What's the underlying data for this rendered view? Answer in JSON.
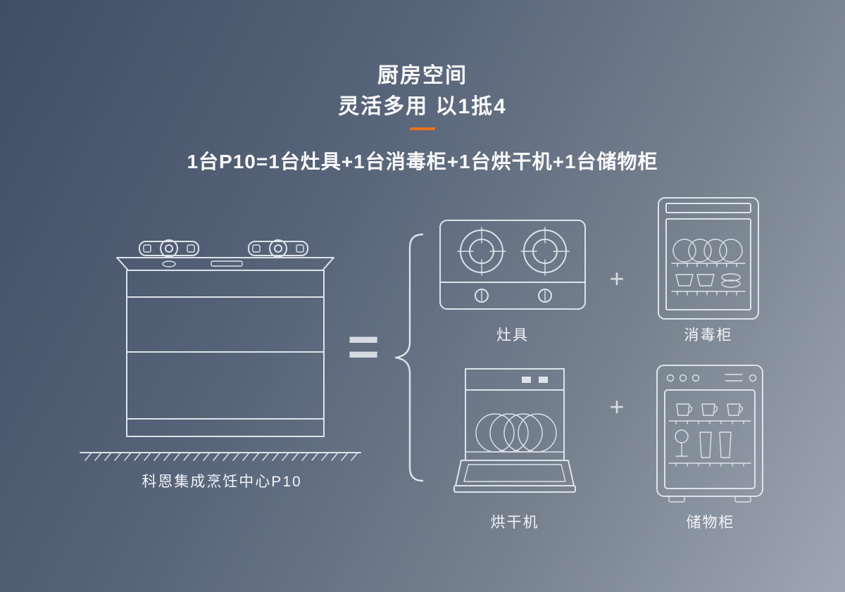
{
  "header": {
    "title_line1": "厨房空间",
    "title_line2": "灵活多用 以1抵4",
    "equation": "1台P10=1台灶具+1台消毒柜+1台烘干机+1台储物柜"
  },
  "main_product": {
    "label": "科恩集成烹饪中心P10"
  },
  "operators": {
    "equals": "=",
    "plus_top": "+",
    "plus_bottom": "+"
  },
  "appliances": [
    {
      "name": "stove",
      "label": "灶具"
    },
    {
      "name": "disinfection-cabinet",
      "label": "消毒柜"
    },
    {
      "name": "drying-machine",
      "label": "烘干机"
    },
    {
      "name": "storage-cabinet",
      "label": "储物柜"
    }
  ],
  "colors": {
    "accent_orange": "#e8731a",
    "line": "#dde3ea",
    "background_dark": "#414d65",
    "background_light": "#9da7b3"
  }
}
